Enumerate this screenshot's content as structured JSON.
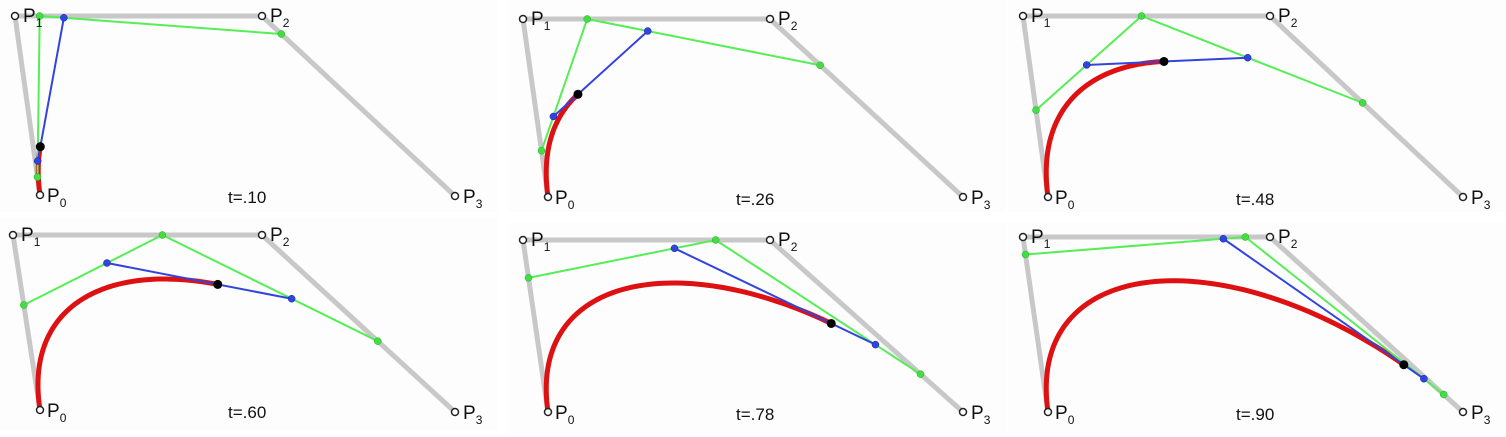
{
  "diagram": {
    "point_label_prefix": "P",
    "point_subscripts": [
      "0",
      "1",
      "2",
      "3"
    ],
    "t_prefix": "t=",
    "panels": [
      {
        "t": 0.1,
        "t_text": ".10"
      },
      {
        "t": 0.26,
        "t_text": ".26"
      },
      {
        "t": 0.48,
        "t_text": ".48"
      },
      {
        "t": 0.6,
        "t_text": ".60"
      },
      {
        "t": 0.78,
        "t_text": ".78"
      },
      {
        "t": 0.9,
        "t_text": ".90"
      }
    ],
    "colors": {
      "hull": "#c8c8c8",
      "first_level": "#55ee55",
      "second_level": "#3344dd",
      "curve": "#dd1111",
      "curve_point": "#000000"
    }
  }
}
